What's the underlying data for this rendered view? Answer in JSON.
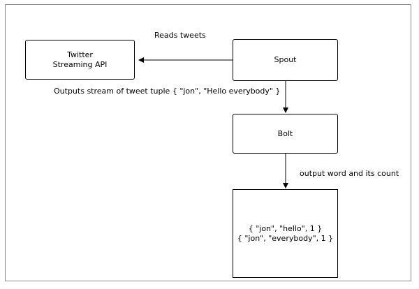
{
  "nodes": {
    "twitter": {
      "line1": "Twitter",
      "line2": "Streaming API"
    },
    "spout": {
      "label": "Spout"
    },
    "bolt": {
      "label": "Bolt"
    },
    "output": {
      "line1": "{ \"jon\", \"hello\", 1 }",
      "line2": "{ \"jon\", \"everybody\", 1 }"
    }
  },
  "edges": {
    "reads": {
      "label": "Reads tweets"
    },
    "outputs_stream": {
      "label": "Outputs stream of tweet tuple { \"jon\", \"Hello everybody\" }"
    },
    "output_word": {
      "label": "output word and its count"
    }
  }
}
